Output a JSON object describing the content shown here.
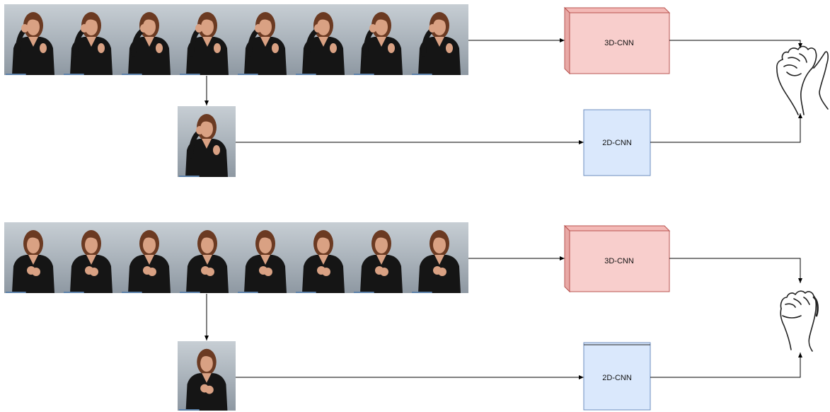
{
  "diagram": {
    "rows": [
      {
        "clip_frames": 8,
        "cnn3d_label": "3D-CNN",
        "cnn2d_label": "2D-CNN",
        "hand_icon": "open-hand-sign-icon"
      },
      {
        "clip_frames": 8,
        "cnn3d_label": "3D-CNN",
        "cnn2d_label": "2D-CNN",
        "hand_icon": "fist-hand-sign-icon"
      }
    ],
    "colors": {
      "cnn3d_fill": "#f8cecc",
      "cnn3d_stroke": "#b85450",
      "cnn2d_fill": "#dae8fc",
      "cnn2d_stroke": "#6c8ebf",
      "arrow": "#000000",
      "frame_background_top": "#b3bcc4",
      "frame_background_bottom": "#8f99a3",
      "signer_clothing": "#151515",
      "signer_hair": "#6b3a22",
      "signer_skin": "#d9a183"
    }
  }
}
